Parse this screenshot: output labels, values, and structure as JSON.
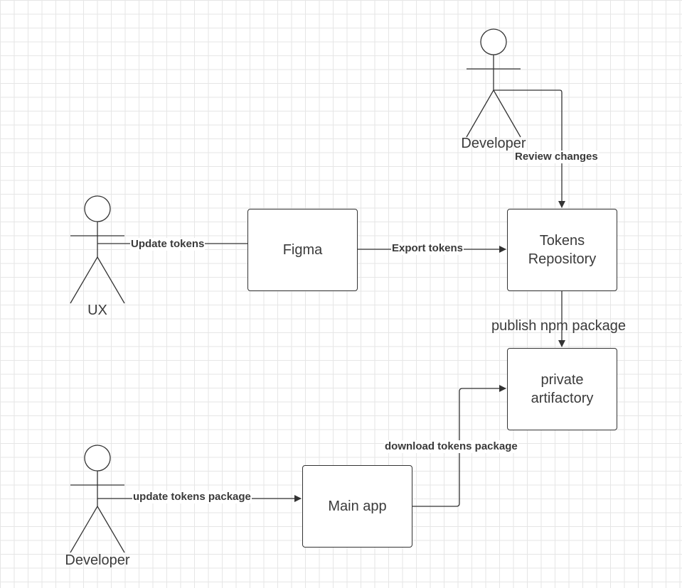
{
  "diagram": {
    "actors": {
      "developer_top": "Developer",
      "ux": "UX",
      "developer_bottom": "Developer"
    },
    "boxes": {
      "figma": [
        "Figma"
      ],
      "tokens_repository": [
        "Tokens",
        "Repository"
      ],
      "private_artifactory": [
        "private",
        "artifactory"
      ],
      "main_app": [
        "Main app"
      ]
    },
    "edges": {
      "review_changes": "Review changes",
      "update_tokens": "Update tokens",
      "export_tokens": "Export tokens",
      "publish_npm_package": "publish npm package",
      "download_tokens_package": "download tokens package",
      "update_tokens_package": "update tokens package"
    }
  }
}
